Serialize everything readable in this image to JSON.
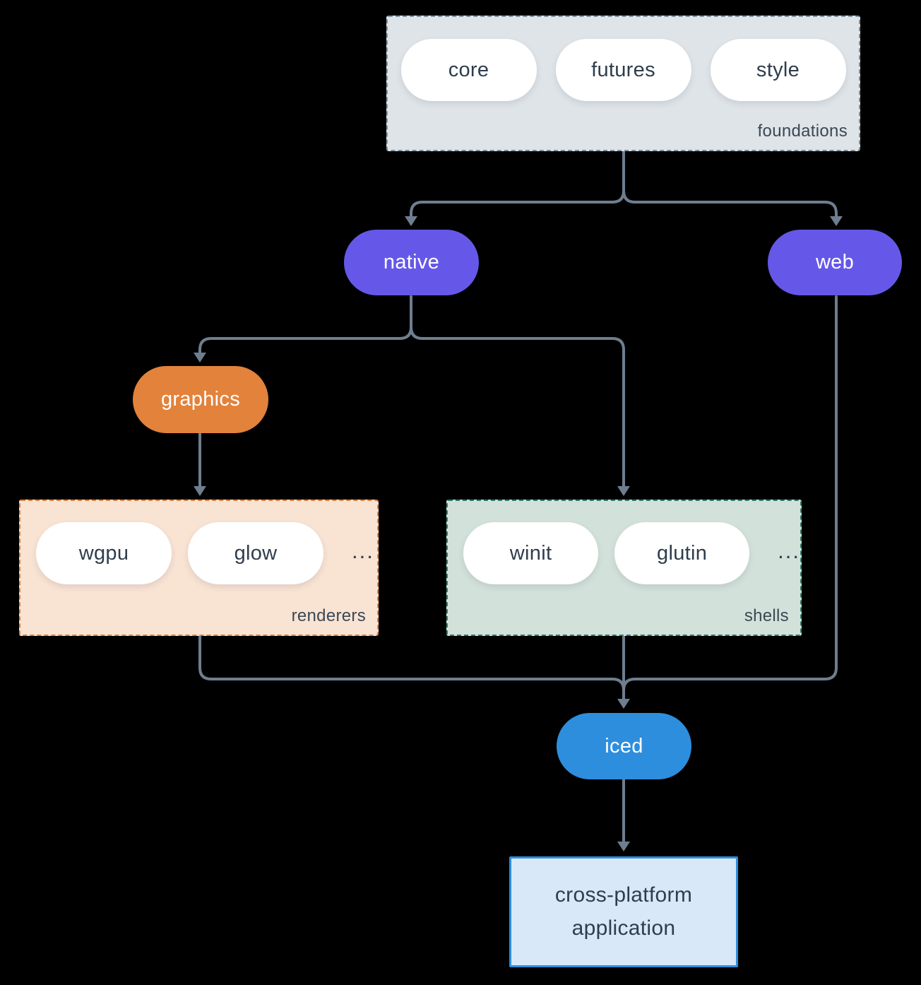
{
  "colors": {
    "canvas_bg": "#000000",
    "connector": "#6e7e8f",
    "white": "#ffffff",
    "node_text_dark": "#2f3d4c",
    "label_text": "#3b4854",
    "purple": "#6558e8",
    "orange": "#e2823b",
    "orange_fill": "#f9e3d3",
    "orange_border": "#e0813c",
    "teal_fill": "#d3e1db",
    "teal_border": "#2e7b6c",
    "gray_fill": "#dfe4e8",
    "gray_border": "#7e92a2",
    "blue": "#2e8ede",
    "blue_fill": "#d8e8f8"
  },
  "nodes": {
    "foundations": {
      "label": "foundations",
      "pills": [
        "core",
        "futures",
        "style"
      ]
    },
    "native": {
      "label": "native"
    },
    "web": {
      "label": "web"
    },
    "graphics": {
      "label": "graphics"
    },
    "renderers": {
      "label": "renderers",
      "pills": [
        "wgpu",
        "glow"
      ],
      "more": "..."
    },
    "shells": {
      "label": "shells",
      "pills": [
        "winit",
        "glutin"
      ],
      "more": "..."
    },
    "iced": {
      "label": "iced"
    },
    "app": {
      "line1": "cross-platform",
      "line2": "application"
    }
  }
}
